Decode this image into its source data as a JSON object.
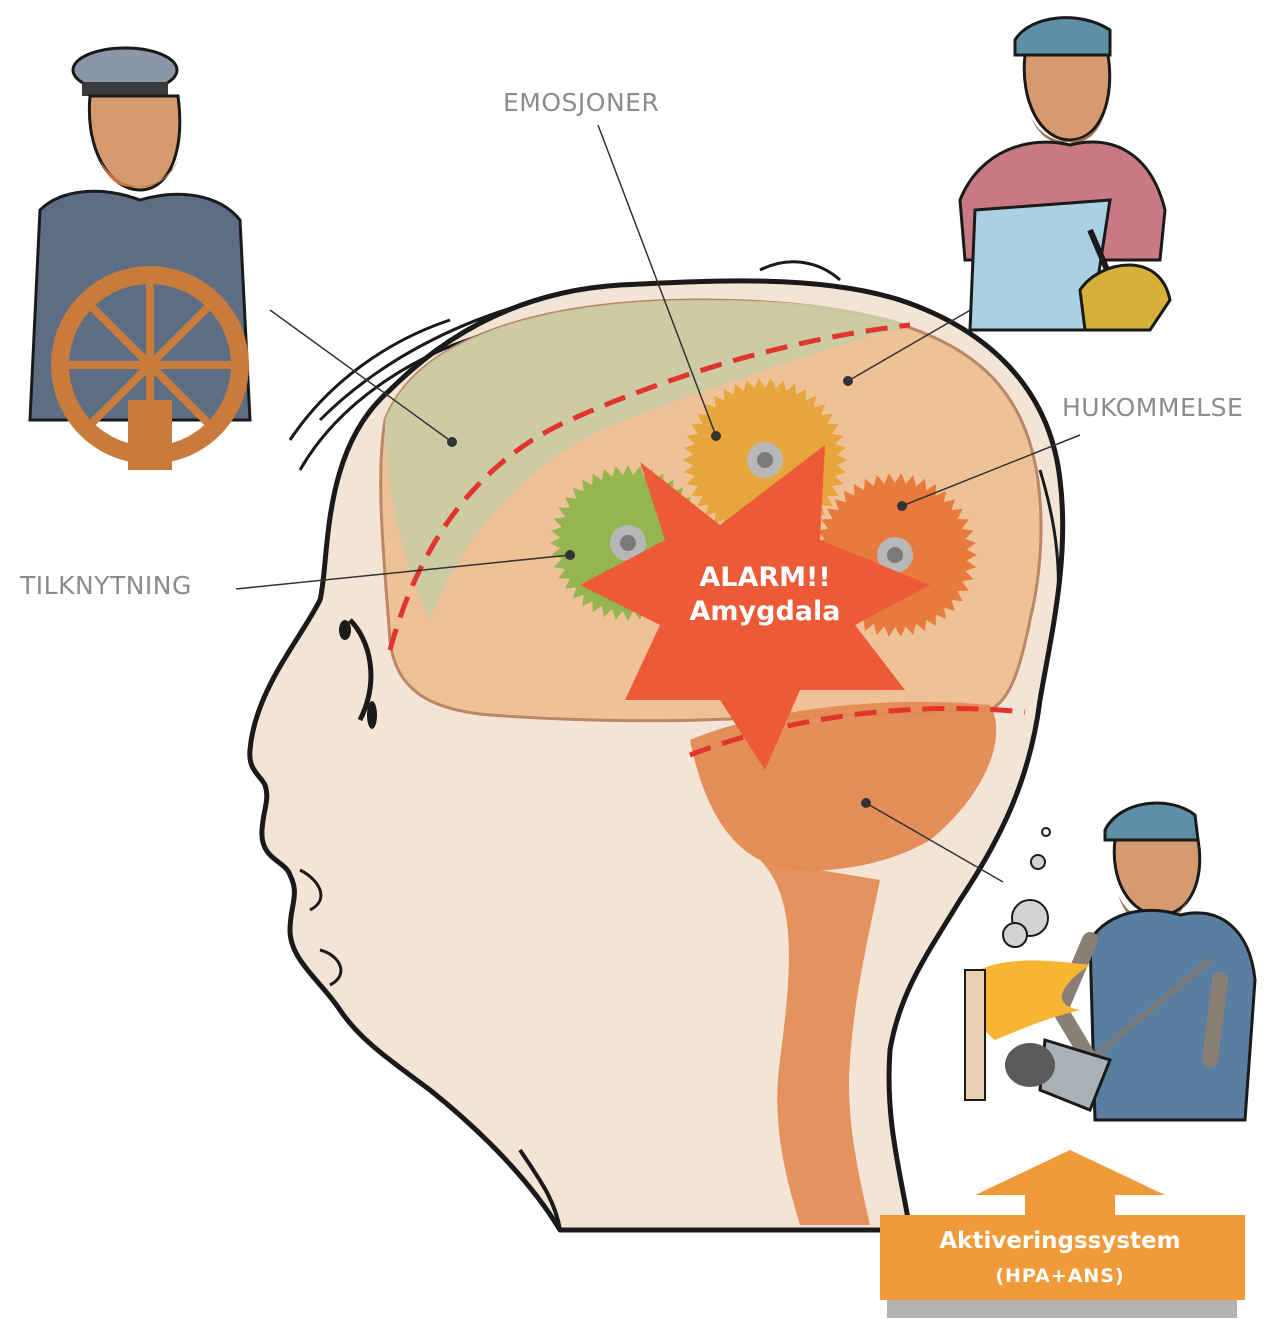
{
  "labels": {
    "emosjoner": "EMOSJONER",
    "hukommelse": "HUKOMMELSE",
    "tilknytning": "TILKNYTNING"
  },
  "alarm": {
    "line1": "ALARM!!",
    "line2": "Amygdala"
  },
  "activation": {
    "title": "Aktiveringssystem",
    "subtitle": "(HPA+ANS)"
  },
  "colors": {
    "label_text": "#8c8c8c",
    "alarm_star": "#ec5a38",
    "arrow": "#f09a3a",
    "arrow_shadow": "#9a9a9a",
    "skin": "#f4e4d6",
    "brain": "#efbf91",
    "frontal": "#c9cba4",
    "gear_green": "#95b550",
    "gear_yellow": "#e6a63c",
    "gear_orange": "#e87a3e",
    "brainstem": "#e28a52",
    "dashed_line": "#e0342c"
  },
  "icons": {
    "captain": "captain-at-helm",
    "worker_top": "worker-with-shovel",
    "stoker": "stoker-shoveling-coal"
  }
}
